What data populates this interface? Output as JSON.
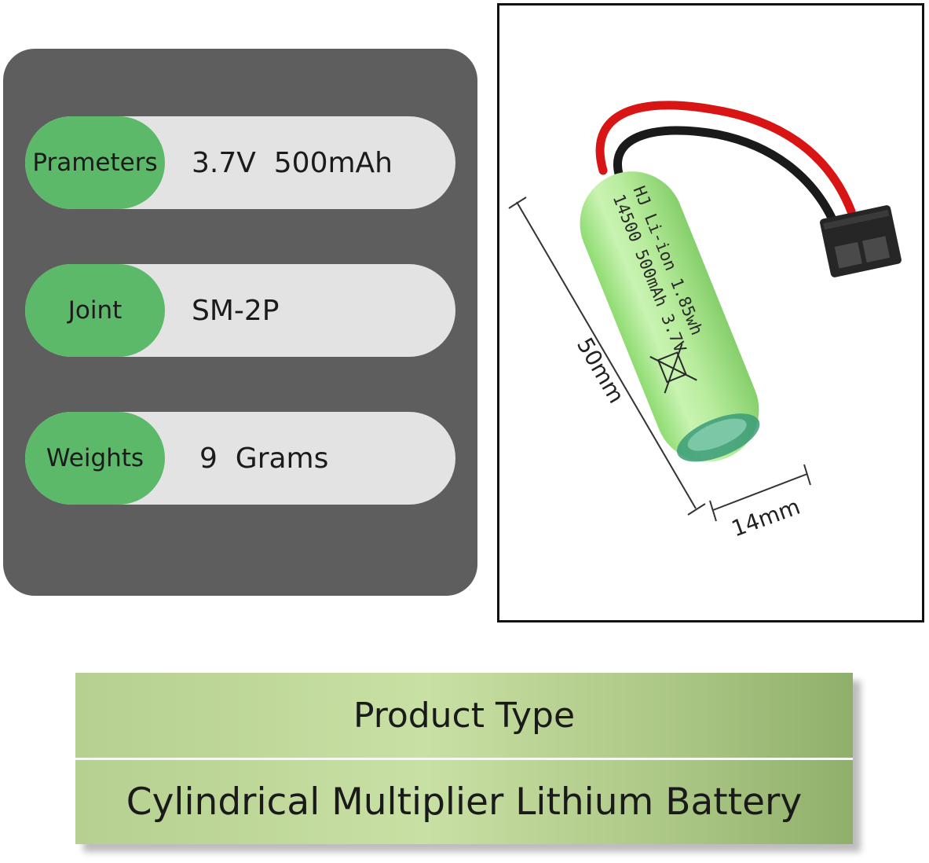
{
  "specs": [
    {
      "label": "Prameters",
      "value": "3.7V  500mAh"
    },
    {
      "label": "Joint",
      "value": "SM-2P"
    },
    {
      "label": "Weights",
      "value": "9  Grams"
    }
  ],
  "product_photo": {
    "cell_print_line1": "HJ Li-ion 1.85wh",
    "cell_print_line2": "14500 500mAh 3.7V",
    "length_dimension": "50mm",
    "width_dimension": "14mm"
  },
  "product_type": {
    "heading": "Product Type",
    "value": "Cylindrical Multiplier Lithium Battery"
  },
  "colors": {
    "panel_gray": "#5e5e5e",
    "pill_green": "#5cb96a",
    "pill_gray": "#e3e3e3",
    "battery_green": "#b6ec9c",
    "type_box_green": "#b5d090"
  }
}
